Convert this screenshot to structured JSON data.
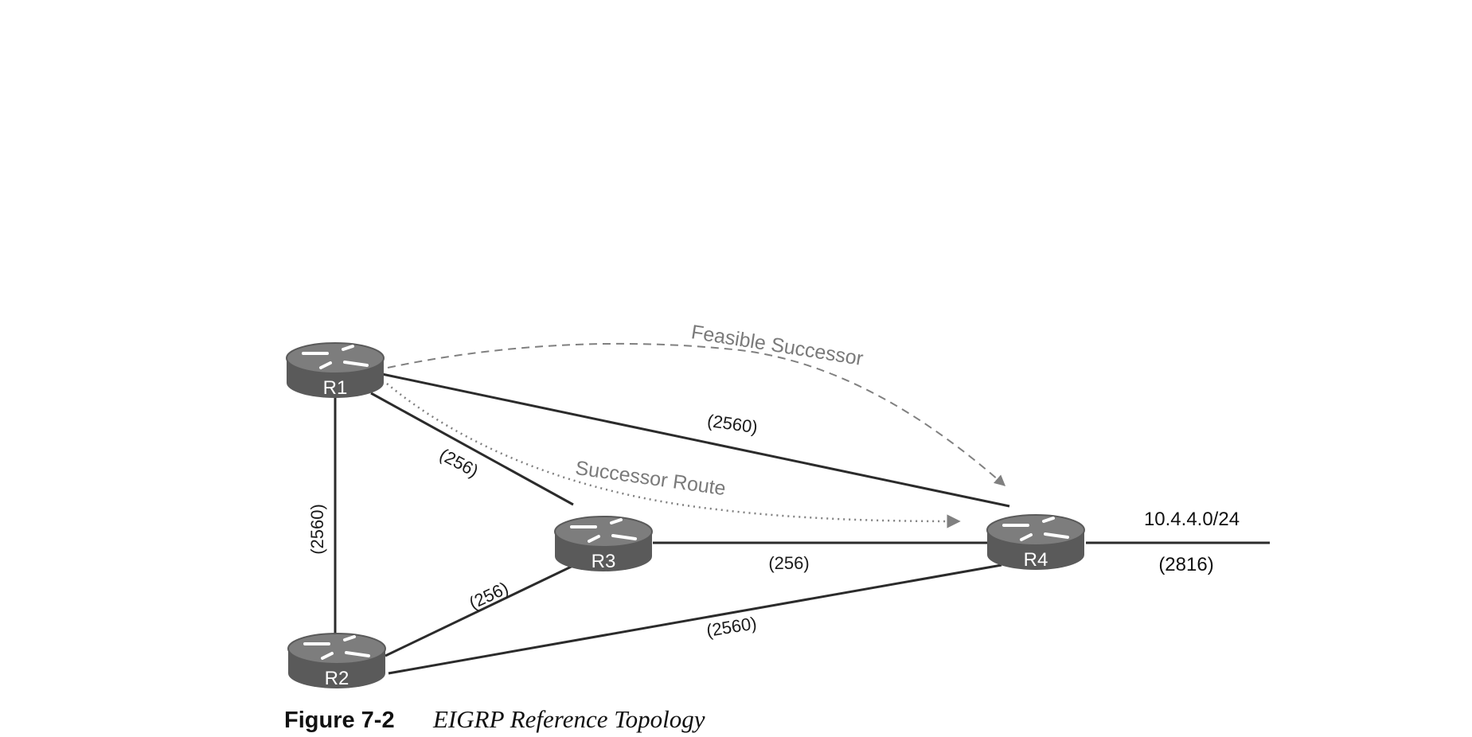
{
  "routers": [
    {
      "id": "R1",
      "label": "R1"
    },
    {
      "id": "R2",
      "label": "R2"
    },
    {
      "id": "R3",
      "label": "R3"
    },
    {
      "id": "R4",
      "label": "R4"
    }
  ],
  "links": [
    {
      "from": "R1",
      "to": "R2",
      "metric": "(2560)"
    },
    {
      "from": "R1",
      "to": "R3",
      "metric": "(256)"
    },
    {
      "from": "R1",
      "to": "R4",
      "metric": "(2560)"
    },
    {
      "from": "R2",
      "to": "R3",
      "metric": "(256)"
    },
    {
      "from": "R3",
      "to": "R4",
      "metric": "(256)"
    },
    {
      "from": "R2",
      "to": "R4",
      "metric": "(2560)"
    }
  ],
  "paths": {
    "feasible_successor": "Feasible Successor",
    "successor_route": "Successor Route"
  },
  "network": {
    "prefix": "10.4.4.0/24",
    "metric": "(2816)"
  },
  "caption": {
    "number": "Figure 7-2",
    "title": "EIGRP Reference Topology"
  },
  "colors": {
    "link": "#2b2b2b",
    "router_body": "#5a5a5a",
    "router_top": "#7d7d7d",
    "path_arrow": "#808080"
  }
}
